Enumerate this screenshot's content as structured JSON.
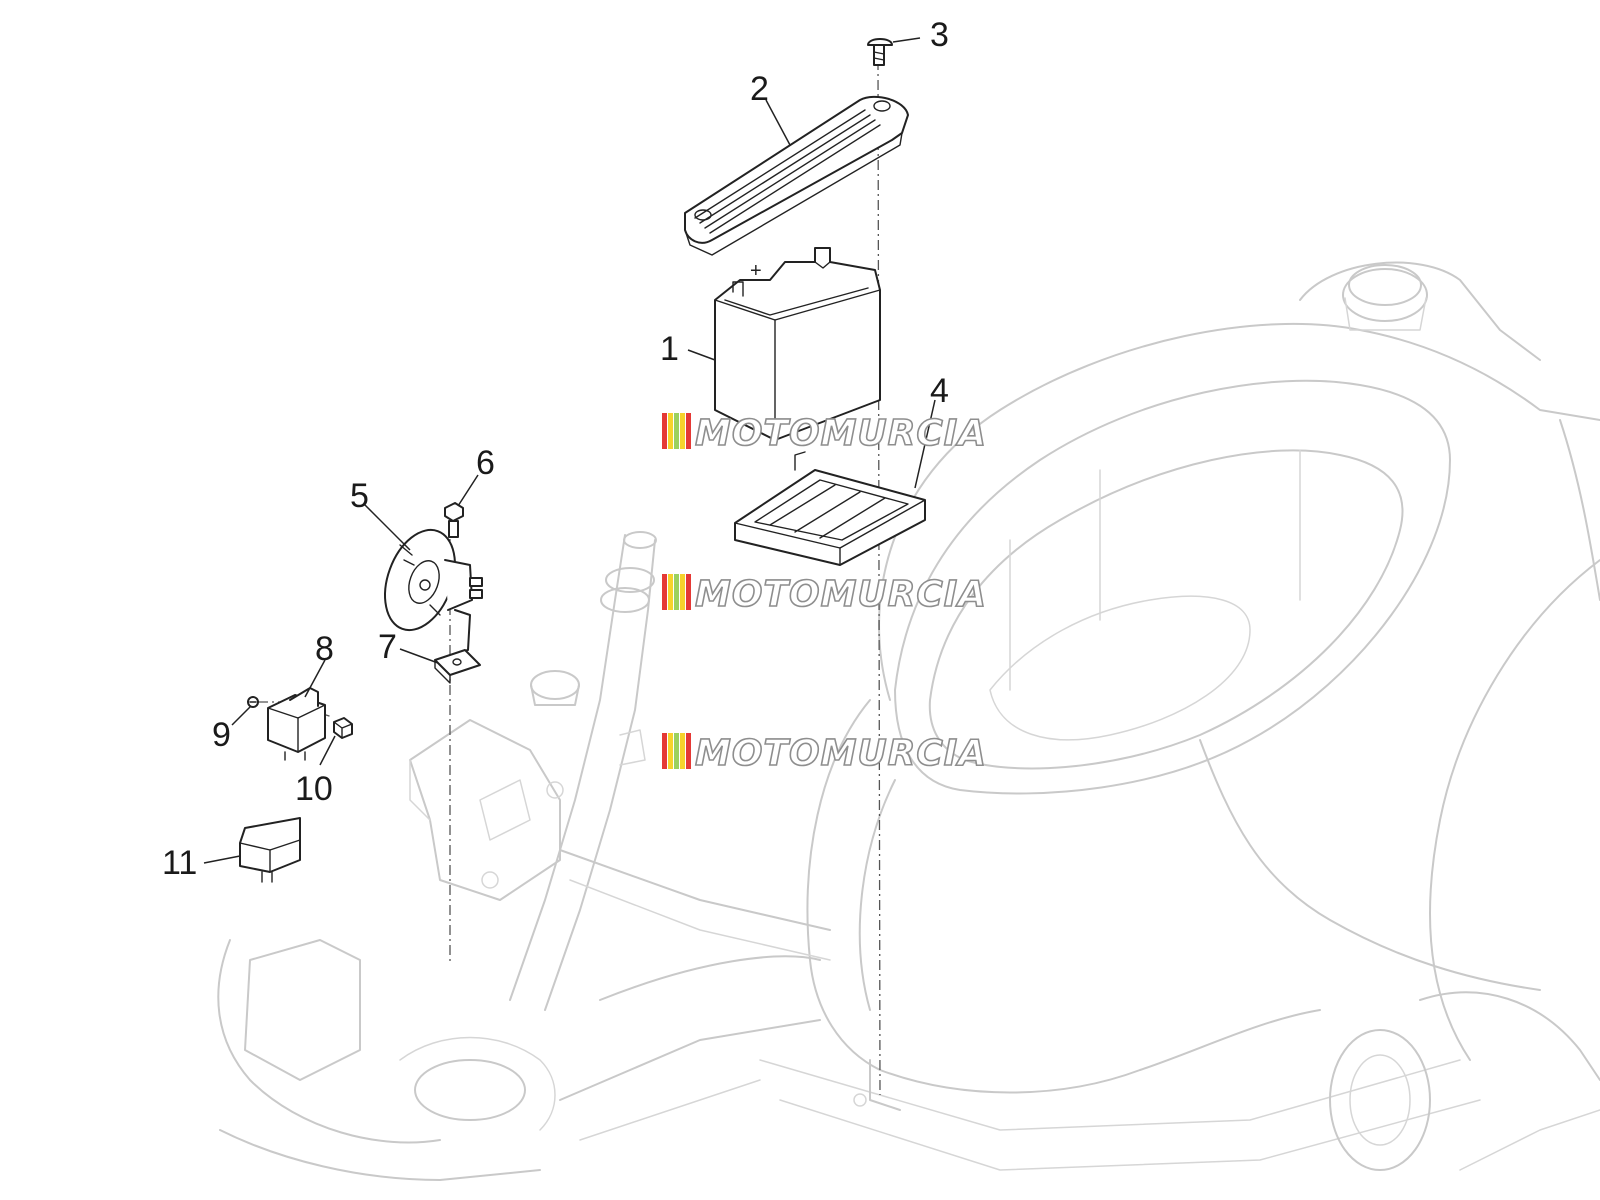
{
  "diagram": {
    "callouts": [
      "1",
      "2",
      "3",
      "4",
      "5",
      "6",
      "7",
      "8",
      "9",
      "10",
      "11"
    ],
    "battery_polarity": "+",
    "watermark_text": "MOTOMURCIA",
    "watermark_colors": [
      "#e53935",
      "#f6d32d",
      "#9bd15f",
      "#f6d32d",
      "#e53935"
    ]
  }
}
